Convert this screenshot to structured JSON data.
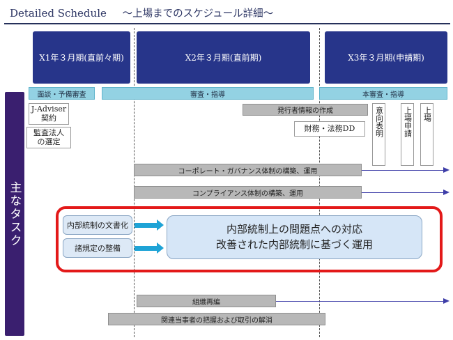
{
  "title": {
    "en": "Detailed Schedule",
    "jp": "～上場までのスケジュール詳細～"
  },
  "periods": [
    {
      "label": "X1年３月期(直前々期)"
    },
    {
      "label": "X2年３月期(直前期)"
    },
    {
      "label": "X3年３月期(申請期)"
    }
  ],
  "phases": [
    {
      "label": "面談・予備審査"
    },
    {
      "label": "審査・指導"
    },
    {
      "label": "本審査・指導"
    }
  ],
  "sidebar_label": "主なタスク",
  "tasks": {
    "j_adviser": [
      "J-Adviser",
      "契約"
    ],
    "auditor": [
      "監査法人",
      "の選定"
    ],
    "issuer_info": "発行者情報の作成",
    "finance_legal_dd": "財務・法務DD",
    "intent": "意向表明",
    "listing_application": "上場申請",
    "listing": "上場",
    "governance": "コーポレート・ガバナンス体制の構築、運用",
    "compliance": "コンプライアンス体制の構築、運用",
    "internal_docs": "内部統制の文書化",
    "rules": "諸規定の整備",
    "highlight_line1": "内部統制上の問題点への対応",
    "highlight_line2": "改善された内部統制に基づく運用",
    "reorg": "組織再編",
    "related_party": "関連当事者の把握および取引の解消"
  },
  "colors": {
    "period_bg": "#27358a",
    "phase_bg": "#93d2e3",
    "sidebar_bg": "#3a1f6f",
    "highlight_border": "#e31919",
    "arrow": "#3d3da8",
    "cyan_arrow": "#1ea3d6"
  }
}
